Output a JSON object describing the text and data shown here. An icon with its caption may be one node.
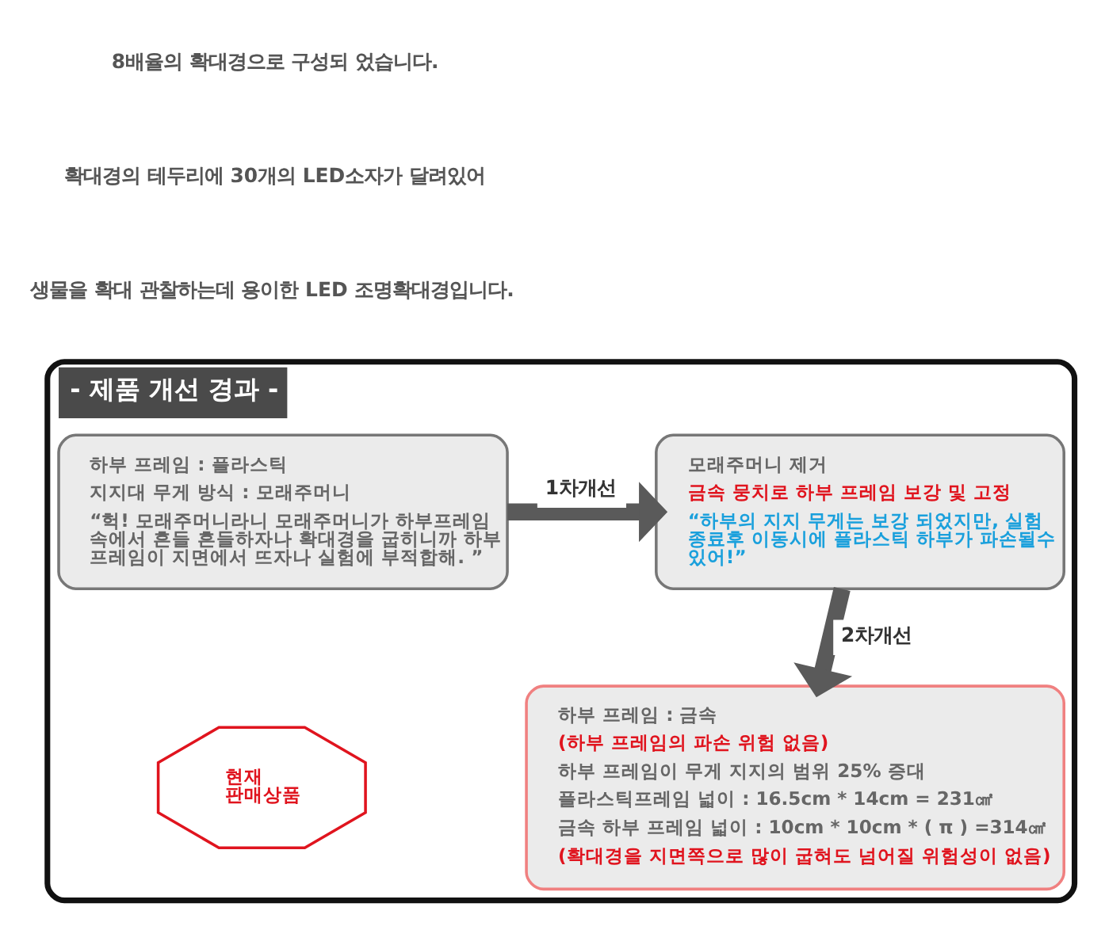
{
  "diagram": {
    "nodes": [
      {
        "text": [
          "- 제품 개선 경과 -"
        ]
      },
      {
        "text": [
          "하부 프레임 : 플라스틱",
          "지지대 무게 방식 : 모래주머니",
          "“헉! 모래주머니라니 모래주머니가 하부프레임 속에서 흔들 흔들하자나 확대경을 굽히니까 하부 프레임이 지면에서 뜨자나 실험에 부적합해. ”"
        ],
        "in": 0
      },
      {
        "text": [
          "모래주머니 제거",
          "금속 뭉치로 하부 프레임 보강 및 고정",
          "“하부의 지지 무게는 보강 되었지만, 실험 종료후 이동시에 플라스틱 하부가 파손될수 있어!”"
        ],
        "in": 0
      },
      {
        "text": [
          "하부 프레임 : 금속",
          "(하부 프레임의 파손 위험 없음)",
          "하부 프레임이 무게 지지의 범위 25% 증대",
          "플라스틱프레임 넓이 : 16.5cm * 14cm = 231㎠",
          "금속 하부 프레임 넓이 : 10cm * 10cm * ( π ) =314㎠",
          "(확대경을 지면쪽으로 많이 굽혀도 넘어질 위험성이 없음)"
        ],
        "in": 0
      },
      {
        "text": [
          "현재 판매상품"
        ],
        "in": 0
      }
    ],
    "edges": [
      {
        "from": 1,
        "to": 2,
        "arrow": "to",
        "label": "1차개선"
      },
      {
        "from": 2,
        "to": 3,
        "arrow": "to",
        "label": "2차개선"
      }
    ],
    "labels": [
      "8배율의 확대경으로 구성되 었습니다.",
      "확대경의 테두리에 30개의 LED소자가 달려있어",
      "생물을 확대 관찰하는데 용이한 LED 조명확대경입니다."
    ]
  }
}
